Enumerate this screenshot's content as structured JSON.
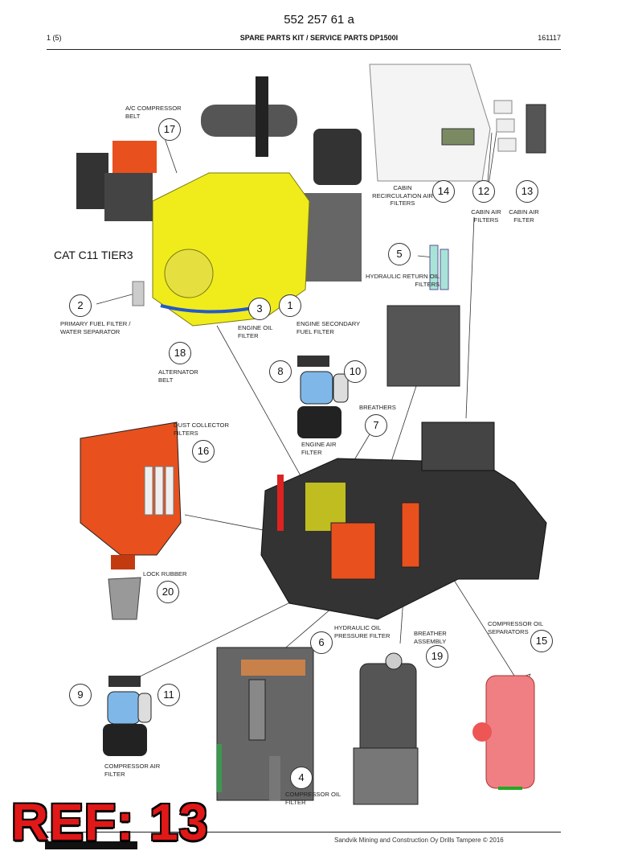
{
  "header": {
    "doc_number": "552 257 61 a",
    "page": "1 (5)",
    "title": "SPARE PARTS KIT / SERVICE PARTS DP1500I",
    "code": "161117"
  },
  "model_label": "CAT C11 TIER3",
  "labels": {
    "ac_belt": "A/C COMPRESSOR BELT",
    "cabin_recirc": "CABIN RECIRCULATION AIR FILTERS",
    "cabin_air_1": "CABIN AIR FILTERS",
    "cabin_air_2": "CABIN AIR FILTER",
    "hyd_return": "HYDRAULIC RETURN OIL FILTERS",
    "primary_fuel": "PRIMARY FUEL FILTER / WATER SEPARATOR",
    "engine_oil": "ENGINE OIL FILTER",
    "engine_secondary": "ENGINE SECONDARY FUEL FILTER",
    "alternator": "ALTERNATOR BELT",
    "breathers": "BREATHERS",
    "dust_collector": "DUST COLLECTOR FILTERS",
    "engine_air": "ENGINE AIR FILTER",
    "lock_rubber": "LOCK RUBBER",
    "hyd_pressure": "HYDRAULIC OIL PRESSURE FILTER",
    "breather_assy": "BREATHER ASSEMBLY",
    "comp_oil_sep": "COMPRESSOR OIL SEPARATORS",
    "comp_air": "COMPRESSOR AIR FILTER",
    "comp_oil": "COMPRESSOR OIL FILTER"
  },
  "callouts": [
    "17",
    "14",
    "12",
    "13",
    "5",
    "1",
    "2",
    "3",
    "18",
    "8",
    "10",
    "7",
    "16",
    "20",
    "6",
    "19",
    "15",
    "9",
    "11",
    "4"
  ],
  "ref_stamp": "REF: 13",
  "footer": {
    "copyright": "Sandvik Mining and Construction Oy Drills Tampere © 2016"
  },
  "colors": {
    "engine_yellow": "#f0ec1c",
    "orange": "#e8501e",
    "ref_red": "#e01818",
    "filter_blue": "#7fb8e8",
    "filter_green": "#a9e3d8",
    "separator_red": "#ef7f82"
  }
}
